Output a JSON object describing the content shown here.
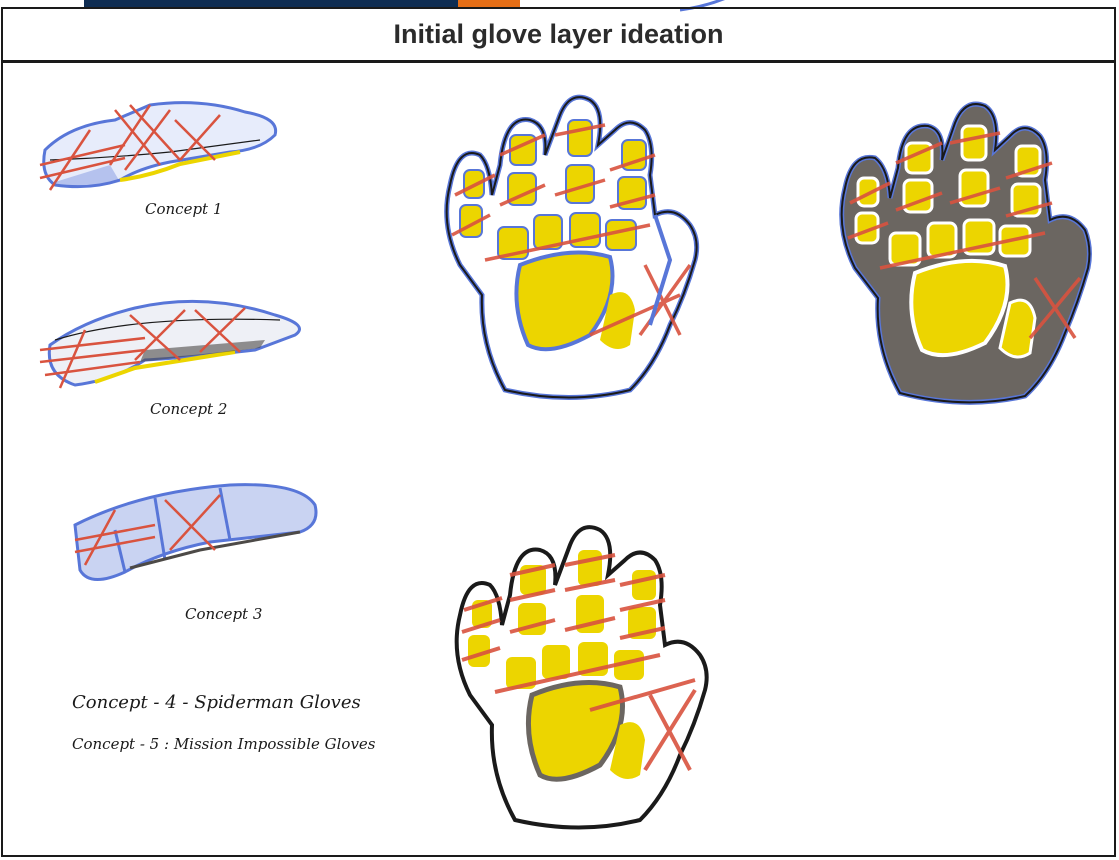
{
  "title": "Initial glove layer ideation",
  "captions": {
    "concept1": "Concept 1",
    "concept2": "Concept 2",
    "concept3": "Concept 3",
    "concept4": "Concept - 4 - Spiderman Gloves",
    "concept5": "Concept - 5 : Mission Impossible Gloves"
  },
  "colors": {
    "outline_blue": "#5876d8",
    "strap_red": "#d9533f",
    "pad_yellow": "#ecd500",
    "glove_gray": "#6b6661",
    "ink": "#1a1a1a",
    "header_navy": "#0f2d52",
    "header_orange": "#e56e16"
  }
}
